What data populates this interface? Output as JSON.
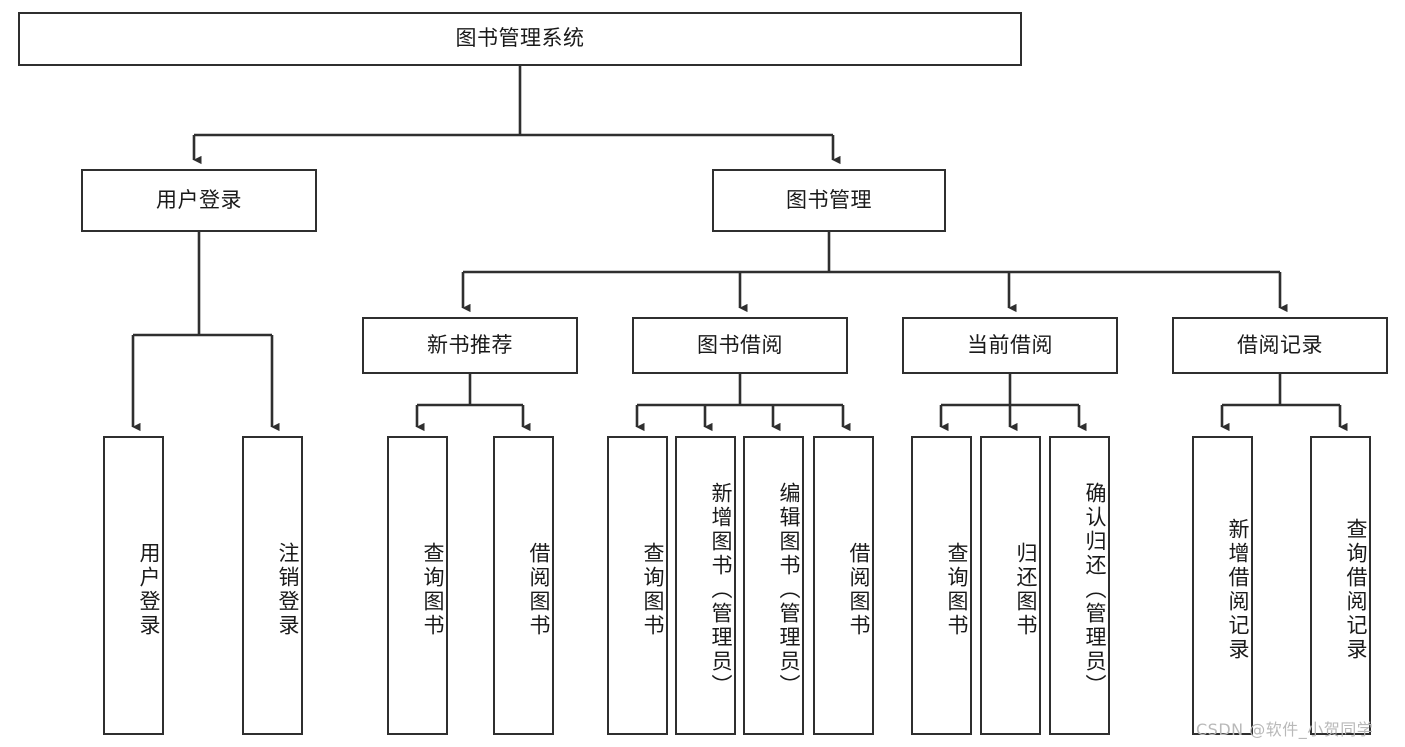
{
  "diagram": {
    "type": "tree-hierarchy-chart",
    "title": "图书管理系统",
    "levels": 4,
    "colors": {
      "box_border": "#2f2f2f",
      "box_fill": "#ffffff",
      "edge": "#2f2f2f",
      "text": "#1a1a1a",
      "watermark": "#b9b9b9",
      "background": "#ffffff"
    },
    "root": {
      "label": "图书管理系统"
    },
    "level2": [
      {
        "label": "用户登录"
      },
      {
        "label": "图书管理"
      }
    ],
    "level3": [
      {
        "label": "新书推荐"
      },
      {
        "label": "图书借阅"
      },
      {
        "label": "当前借阅"
      },
      {
        "label": "借阅记录"
      }
    ],
    "leaves": {
      "user_login": [
        {
          "label": "用户登录"
        },
        {
          "label": "注销登录"
        }
      ],
      "new_book_recommend": [
        {
          "label": "查询图书"
        },
        {
          "label": "借阅图书"
        }
      ],
      "book_borrow": [
        {
          "label": "查询图书"
        },
        {
          "label": "新增图书（管理员）"
        },
        {
          "label": "编辑图书（管理员）"
        },
        {
          "label": "借阅图书"
        }
      ],
      "current_borrow": [
        {
          "label": "查询图书"
        },
        {
          "label": "归还图书"
        },
        {
          "label": "确认归还（管理员）"
        }
      ],
      "borrow_record": [
        {
          "label": "新增借阅记录"
        },
        {
          "label": "查询借阅记录"
        }
      ]
    },
    "watermark": "CSDN @软件_小贺同学"
  }
}
